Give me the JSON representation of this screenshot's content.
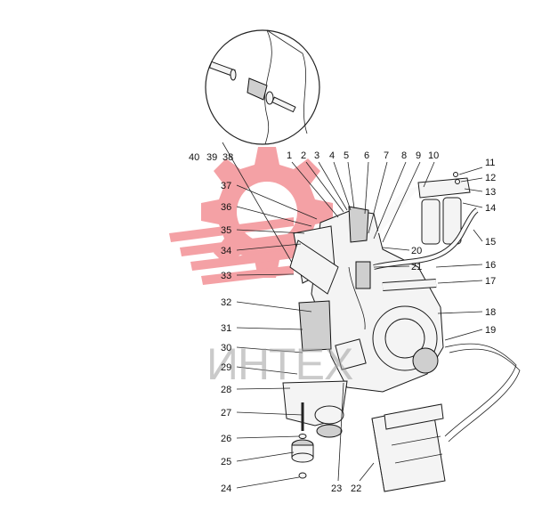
{
  "watermark": {
    "text": "ИНТЕХ",
    "color": "#e8303a"
  },
  "callouts": [
    {
      "id": "1",
      "label": "1"
    },
    {
      "id": "2",
      "label": "2"
    },
    {
      "id": "3",
      "label": "3"
    },
    {
      "id": "4",
      "label": "4"
    },
    {
      "id": "5",
      "label": "5"
    },
    {
      "id": "6",
      "label": "6"
    },
    {
      "id": "7",
      "label": "7"
    },
    {
      "id": "8",
      "label": "8"
    },
    {
      "id": "9",
      "label": "9"
    },
    {
      "id": "10",
      "label": "10"
    },
    {
      "id": "11",
      "label": "11"
    },
    {
      "id": "12",
      "label": "12"
    },
    {
      "id": "13",
      "label": "13"
    },
    {
      "id": "14",
      "label": "14"
    },
    {
      "id": "15",
      "label": "15"
    },
    {
      "id": "16",
      "label": "16"
    },
    {
      "id": "17",
      "label": "17"
    },
    {
      "id": "18",
      "label": "18"
    },
    {
      "id": "19",
      "label": "19"
    },
    {
      "id": "20",
      "label": "20"
    },
    {
      "id": "21",
      "label": "21"
    },
    {
      "id": "22",
      "label": "22"
    },
    {
      "id": "23",
      "label": "23"
    },
    {
      "id": "24",
      "label": "24"
    },
    {
      "id": "25",
      "label": "25"
    },
    {
      "id": "26",
      "label": "26"
    },
    {
      "id": "27",
      "label": "27"
    },
    {
      "id": "28",
      "label": "28"
    },
    {
      "id": "29",
      "label": "29"
    },
    {
      "id": "30",
      "label": "30"
    },
    {
      "id": "31",
      "label": "31"
    },
    {
      "id": "32",
      "label": "32"
    },
    {
      "id": "33",
      "label": "33"
    },
    {
      "id": "34",
      "label": "34"
    },
    {
      "id": "35",
      "label": "35"
    },
    {
      "id": "36",
      "label": "36"
    },
    {
      "id": "37",
      "label": "37"
    },
    {
      "id": "38",
      "label": "38"
    },
    {
      "id": "39",
      "label": "39"
    },
    {
      "id": "40",
      "label": "40"
    }
  ]
}
